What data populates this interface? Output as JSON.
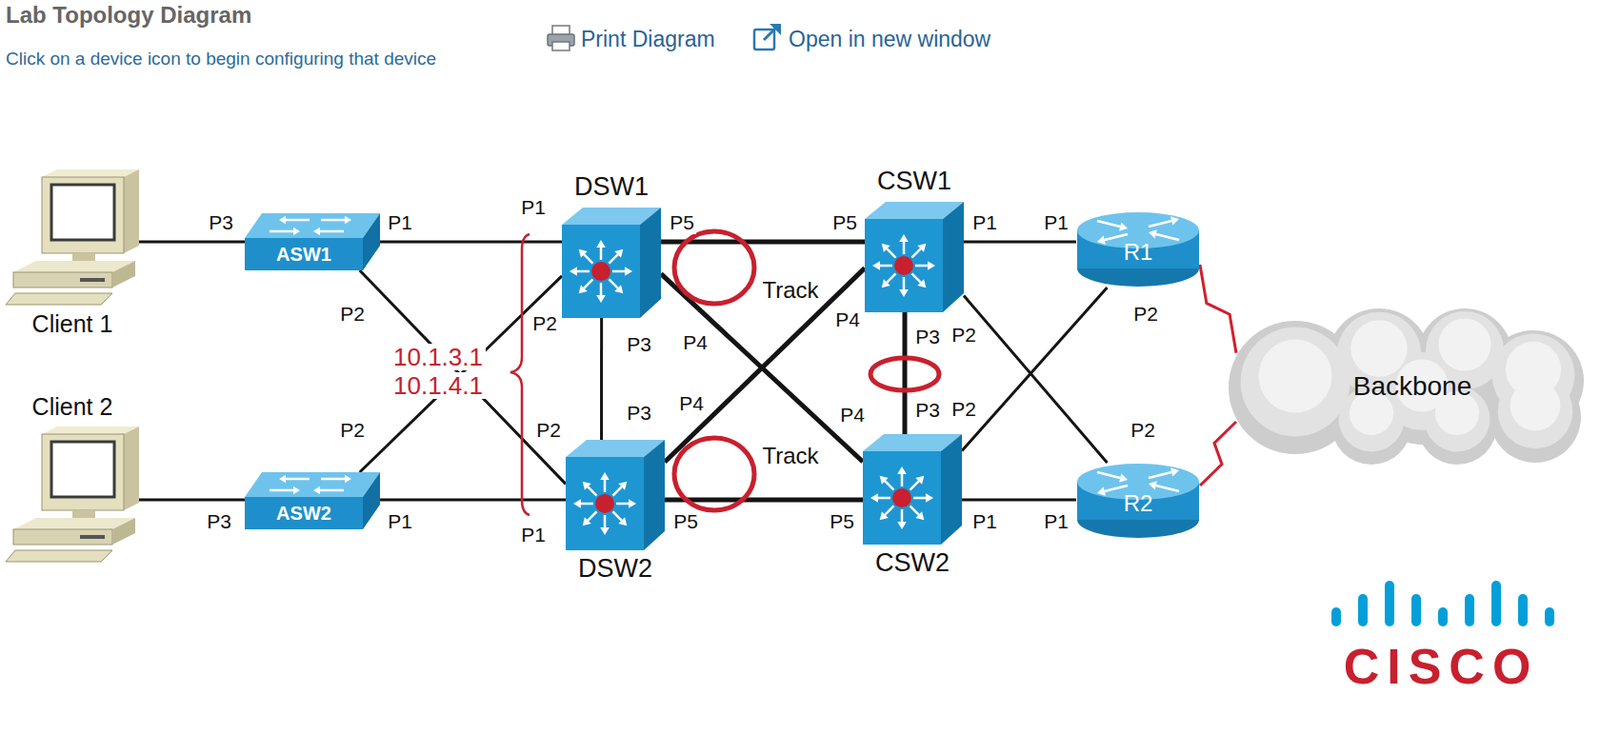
{
  "diagram": {
    "title": "Lab Topology Diagram",
    "nodes": [
      {
        "text": [
          "Client 1"
        ]
      },
      {
        "text": [
          "ASW1"
        ]
      },
      {
        "text": [
          "DSW1"
        ]
      },
      {
        "text": [
          "CSW1"
        ]
      },
      {
        "text": [
          "R1"
        ]
      },
      {
        "text": [
          "Backbone"
        ]
      },
      {
        "text": [
          "Client 2"
        ]
      },
      {
        "text": [
          "ASW2"
        ]
      },
      {
        "text": [
          "DSW2"
        ]
      },
      {
        "text": [
          "CSW2"
        ]
      },
      {
        "text": [
          "R2"
        ]
      }
    ],
    "edges": [
      {
        "from": 0,
        "to": 1,
        "arrow": "none"
      },
      {
        "from": 1,
        "to": 2,
        "arrow": "none"
      },
      {
        "from": 1,
        "to": 8,
        "arrow": "none"
      },
      {
        "from": 6,
        "to": 7,
        "arrow": "none"
      },
      {
        "from": 7,
        "to": 8,
        "arrow": "none"
      },
      {
        "from": 7,
        "to": 2,
        "arrow": "none"
      },
      {
        "from": 2,
        "to": 8,
        "arrow": "none"
      },
      {
        "from": 2,
        "to": 3,
        "arrow": "none"
      },
      {
        "from": 2,
        "to": 9,
        "arrow": "none"
      },
      {
        "from": 8,
        "to": 3,
        "arrow": "none"
      },
      {
        "from": 8,
        "to": 9,
        "arrow": "none"
      },
      {
        "from": 3,
        "to": 9,
        "arrow": "none"
      },
      {
        "from": 3,
        "to": 4,
        "arrow": "none"
      },
      {
        "from": 3,
        "to": 10,
        "arrow": "none"
      },
      {
        "from": 9,
        "to": 4,
        "arrow": "none"
      },
      {
        "from": 9,
        "to": 10,
        "arrow": "none"
      },
      {
        "from": 4,
        "to": 5,
        "arrow": "none"
      },
      {
        "from": 10,
        "to": 5,
        "arrow": "none"
      }
    ],
    "labels": [
      "Click on a device icon to begin configuring that device",
      "Print Diagram",
      "Open in new window",
      "P3",
      "P1",
      "P1",
      "P5",
      "P5",
      "P1",
      "P1",
      "P2",
      "P2",
      "P3",
      "P4",
      "Track",
      "P4",
      "P3",
      "P2",
      "P2",
      "10.1.3.1",
      "10.1.4.1",
      "P2",
      "P2",
      "P3",
      "P4",
      "Track",
      "P4",
      "P3",
      "P2",
      "P2",
      "P3",
      "P1",
      "P5",
      "P5",
      "P1",
      "P1",
      "P1",
      "CISCO"
    ]
  }
}
